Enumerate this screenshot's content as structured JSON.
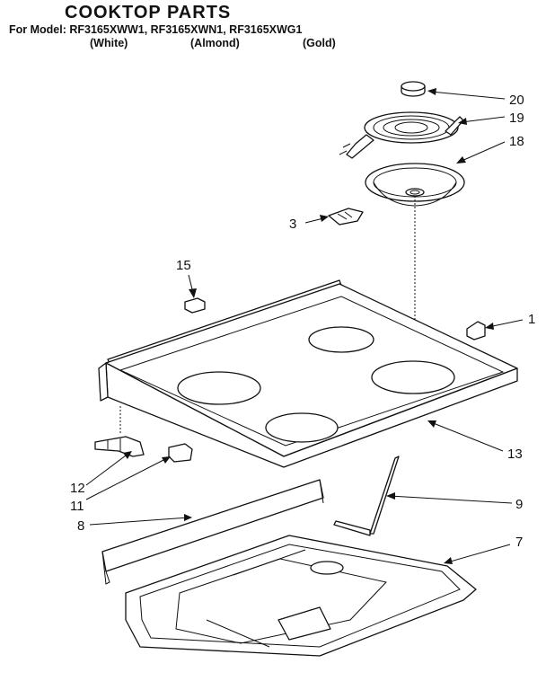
{
  "header": {
    "title": "COOKTOP PARTS",
    "models_line": "For Model: RF3165XWW1, RF3165XWN1, RF3165XWG1",
    "colors": [
      "(White)",
      "(Almond)",
      "(Gold)"
    ]
  },
  "callouts": [
    {
      "id": "20",
      "label": "20"
    },
    {
      "id": "19",
      "label": "19"
    },
    {
      "id": "18",
      "label": "18"
    },
    {
      "id": "3",
      "label": "3"
    },
    {
      "id": "15",
      "label": "15"
    },
    {
      "id": "1",
      "label": "1"
    },
    {
      "id": "13",
      "label": "13"
    },
    {
      "id": "12",
      "label": "12"
    },
    {
      "id": "11",
      "label": "11"
    },
    {
      "id": "9",
      "label": "9"
    },
    {
      "id": "8",
      "label": "8"
    },
    {
      "id": "7",
      "label": "7"
    }
  ]
}
